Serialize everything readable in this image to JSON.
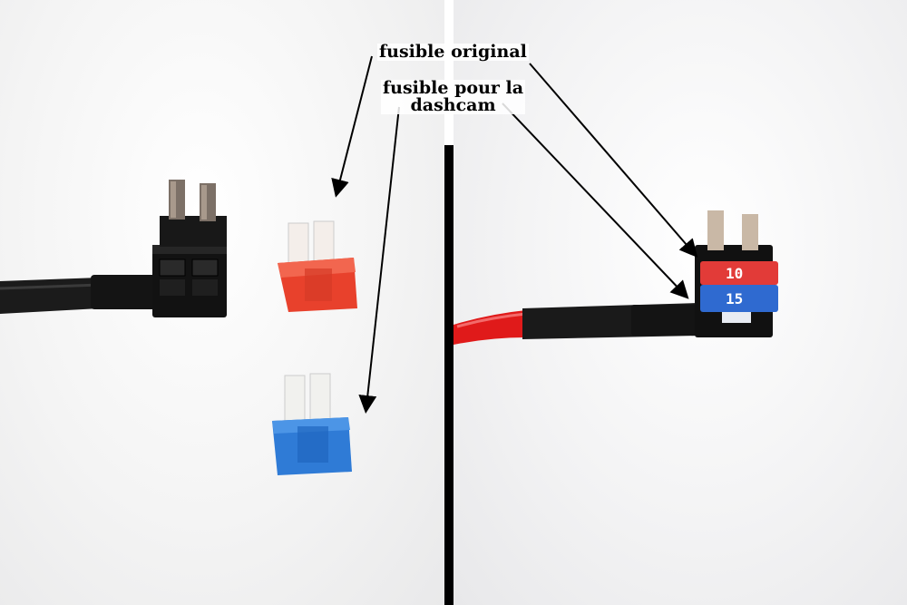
{
  "labels": {
    "original": "fusible original",
    "dashcam_line1": "fusible pour la",
    "dashcam_line2": "dashcam"
  },
  "fuses": {
    "red_rating": "10",
    "blue_rating": "15"
  },
  "colors": {
    "red_fuse": "#e8412c",
    "blue_fuse": "#2f7bd6",
    "cable_red": "#e01a1a",
    "cable_black": "#1a1a1a",
    "holder": "#151515"
  }
}
